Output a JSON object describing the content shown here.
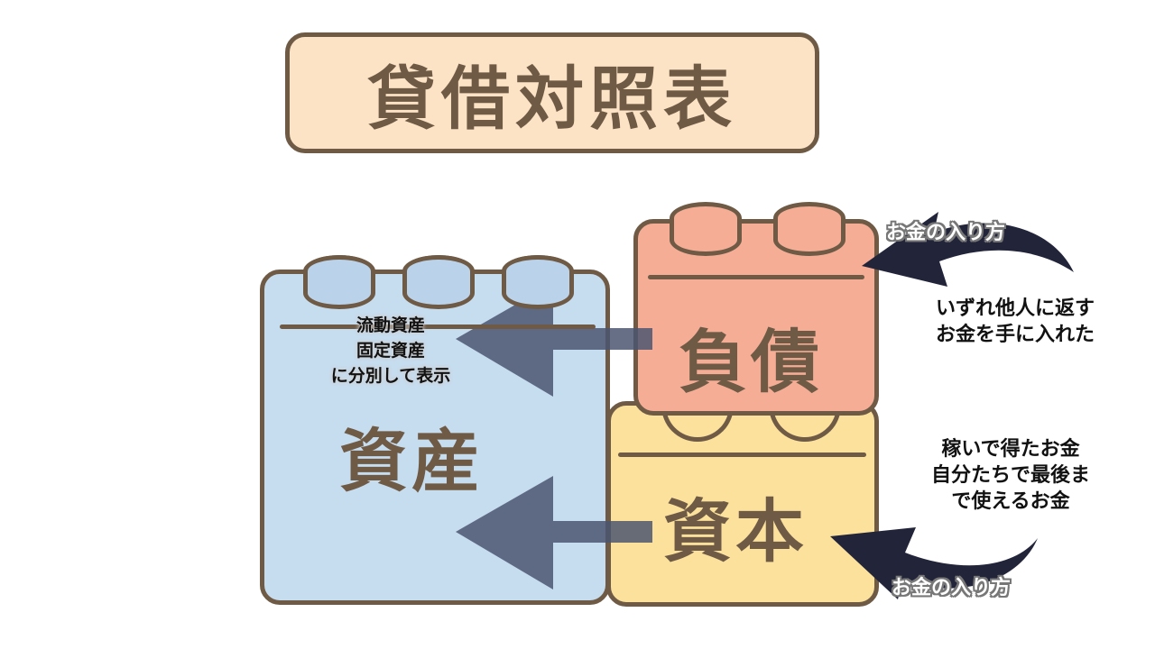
{
  "title": "貸借対照表",
  "colors": {
    "title_bg": "#fce3c6",
    "outline": "#6e5a45",
    "assets_block": "#c6dcef",
    "liabilities_block": "#f5ad96",
    "capital_block": "#fbe19b",
    "arrow_transparent": "#4b5670",
    "curved_arrow": "#22253a"
  },
  "blocks": {
    "assets": {
      "label": "資産",
      "note_lines": [
        "流動資産",
        "固定資産",
        "に分別して表示"
      ]
    },
    "liabilities": {
      "label": "負債"
    },
    "capital": {
      "label": "資本"
    }
  },
  "annotations": {
    "liabilities": {
      "arrow_label": "お金の入り方",
      "description_lines": [
        "いずれ他人に返す",
        "お金を手に入れた"
      ]
    },
    "capital": {
      "arrow_label": "お金の入り方",
      "description_lines": [
        "稼いで得たお金",
        "自分たちで最後ま",
        "で使えるお金"
      ]
    }
  }
}
